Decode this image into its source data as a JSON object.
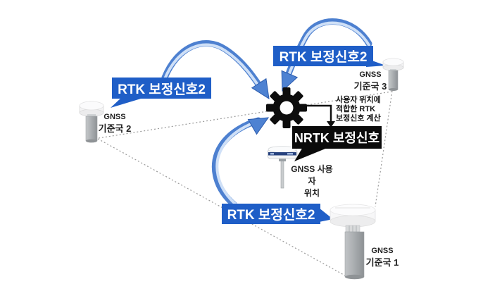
{
  "labels": {
    "rtk_left": "RTK 보정신호2",
    "rtk_right": "RTK 보정신호2",
    "rtk_bottom": "RTK 보정신호2",
    "nrtk": "NRTK 보정신호",
    "calc_note": "사용자 위치에\n적합한 RTK\n보정신호 계산"
  },
  "stations": {
    "station1": {
      "line1": "GNSS",
      "line2": "기준국 1"
    },
    "station2": {
      "line1": "GNSS",
      "line2": "기준국 2"
    },
    "station3": {
      "line1": "GNSS",
      "line2": "기준국 3"
    },
    "user": {
      "line1": "GNSS 사용자",
      "line2": "위치"
    }
  },
  "icons": {
    "gear": "gear-icon",
    "station1": "gnss-antenna-large-icon",
    "station2": "gnss-antenna-icon",
    "station3": "gnss-antenna-icon",
    "rover": "gnss-rover-icon",
    "swoosh": "curved-arrow-icon"
  },
  "colors": {
    "label_blue": "#1f5ec7",
    "nrtk_black": "#0b0b0b",
    "arrow_blue": "#4d80d0",
    "arrow_highlight": "#cfe0f7",
    "dotted_gray": "#999999",
    "background": "#ffffff"
  }
}
